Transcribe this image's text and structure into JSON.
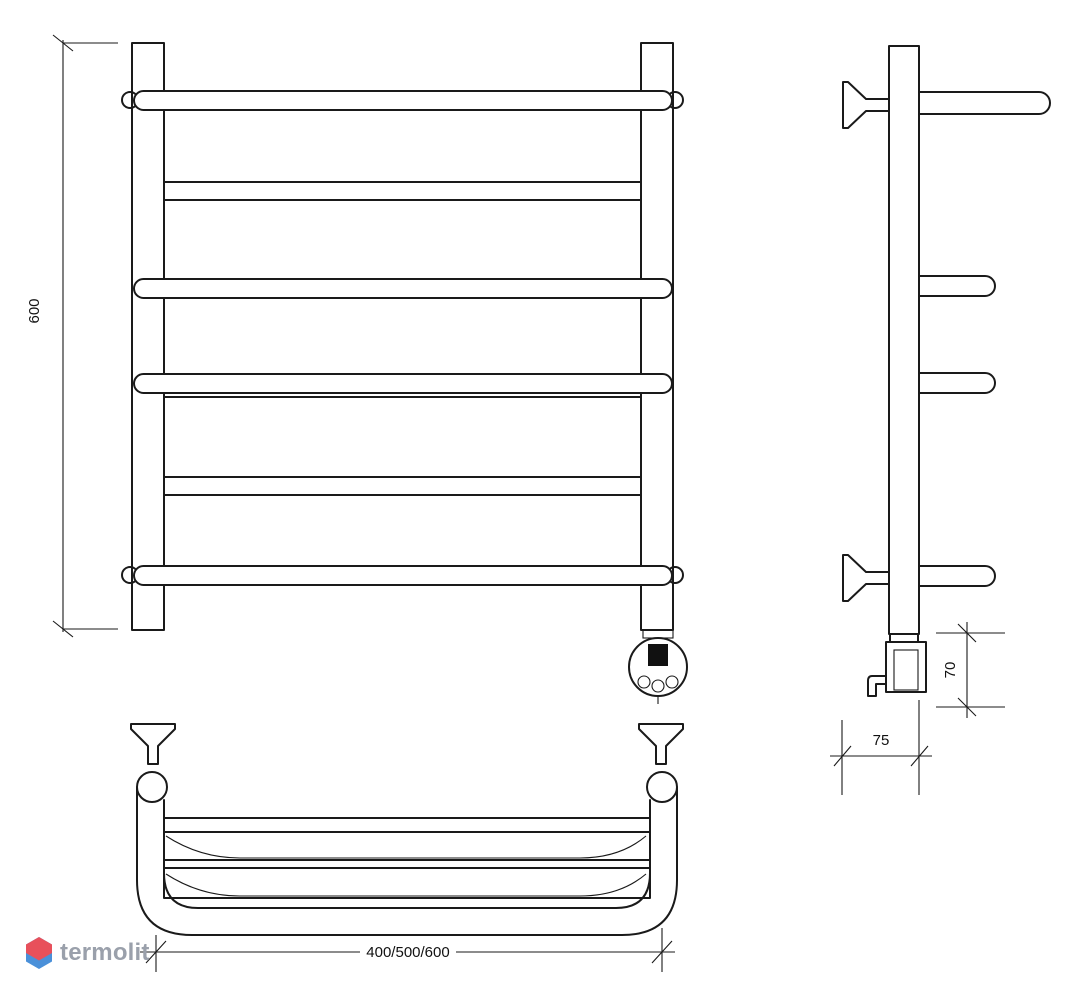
{
  "dimensions": {
    "height": "600",
    "width": "400/500/600",
    "depth": "75",
    "box_height": "70"
  },
  "watermark": {
    "text": "termolit",
    "colors": {
      "red": "#e8505b",
      "blue": "#4a90d9",
      "grey": "#9aa0ab"
    }
  }
}
